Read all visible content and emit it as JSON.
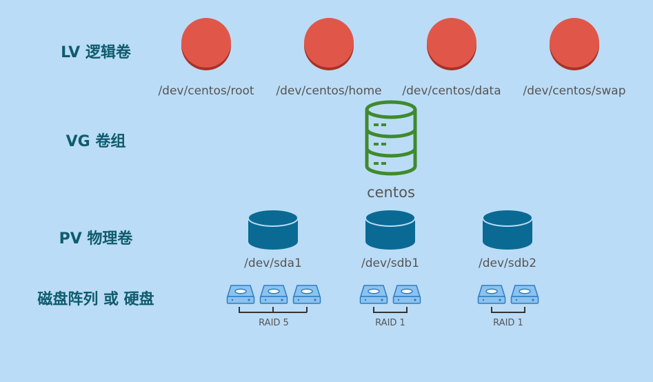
{
  "rows": {
    "lv": "LV 逻辑卷",
    "vg": "VG 卷组",
    "pv": "PV 物理卷",
    "disk": "磁盘阵列 或 硬盘"
  },
  "lv_items": [
    {
      "path": "/dev/centos/root"
    },
    {
      "path": "/dev/centos/home"
    },
    {
      "path": "/dev/centos/data"
    },
    {
      "path": "/dev/centos/swap"
    }
  ],
  "vg": {
    "name": "centos",
    "icon": "database-stack-icon"
  },
  "pv_items": [
    {
      "path": "/dev/sda1",
      "icon": "cylinder-disk-icon"
    },
    {
      "path": "/dev/sdb1",
      "icon": "cylinder-disk-icon"
    },
    {
      "path": "/dev/sdb2",
      "icon": "cylinder-disk-icon"
    }
  ],
  "disk_groups": [
    {
      "label": "RAID 5",
      "disk_count": 3,
      "icon": "hard-drive-icon"
    },
    {
      "label": "RAID 1",
      "disk_count": 2,
      "icon": "hard-drive-icon"
    },
    {
      "label": "RAID 1",
      "disk_count": 2,
      "icon": "hard-drive-icon"
    }
  ],
  "colors": {
    "background": "#bbdcf6",
    "label_text": "#0f5b6e",
    "lv_dot": "#e0574a",
    "vg_icon": "#3f8a2e",
    "pv_icon": "#0a6a94",
    "disk_icon": "#3a86c8"
  }
}
